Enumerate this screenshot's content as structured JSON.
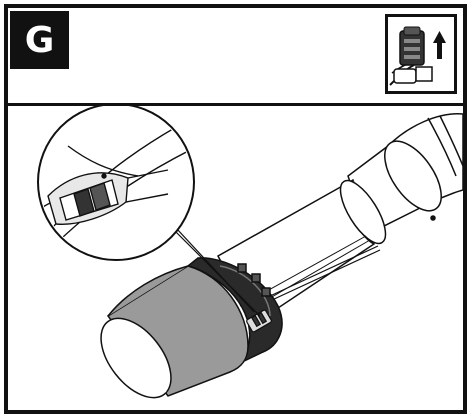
{
  "step": {
    "letter": "G"
  },
  "thumbnail": {
    "icon": "battery-remove-icon",
    "arrow": "arrow-up-icon"
  },
  "illustration": {
    "subject": "leaf-blower-nozzle-latch",
    "callout": "latch-detail"
  },
  "colors": {
    "ink": "#111111",
    "paper": "#ffffff",
    "shade": "#9a9a9a",
    "midshade": "#6e6e6e"
  }
}
